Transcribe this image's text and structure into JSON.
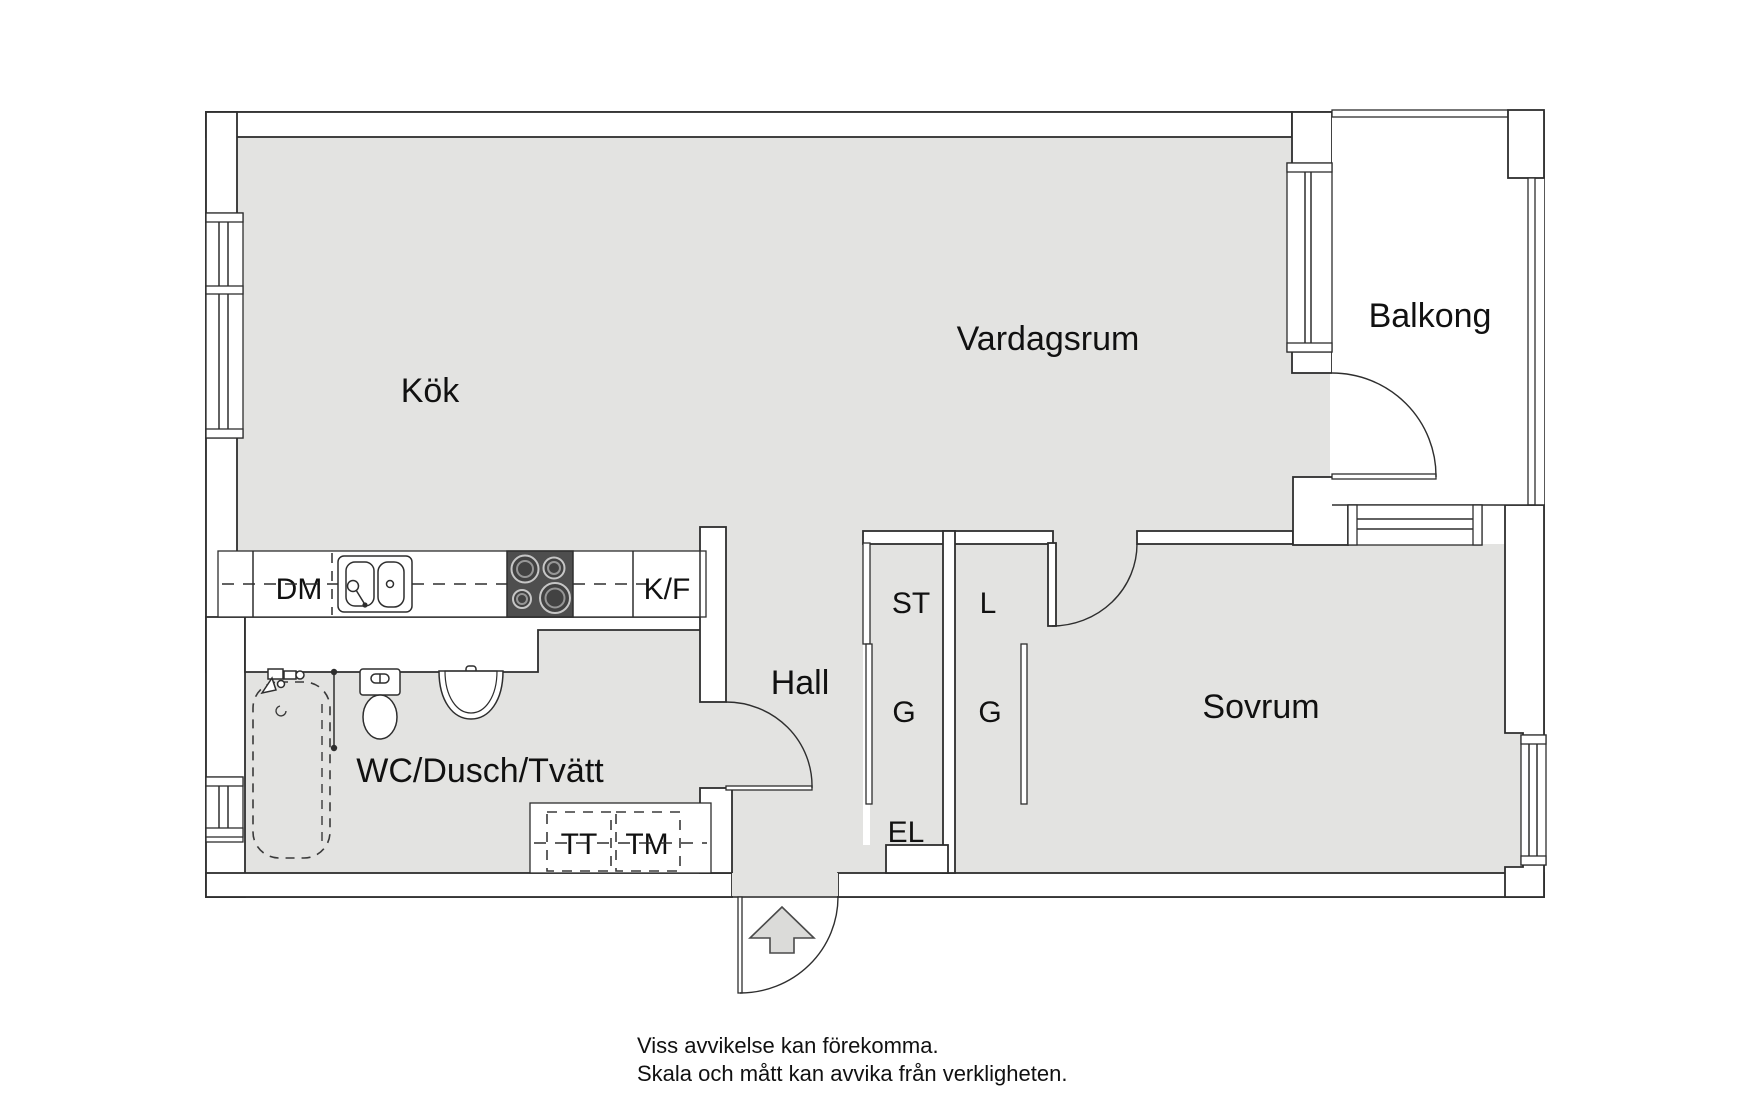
{
  "rooms": {
    "kitchen": {
      "label": "Kök"
    },
    "living": {
      "label": "Vardagsrum"
    },
    "balcony": {
      "label": "Balkong"
    },
    "hall": {
      "label": "Hall"
    },
    "bathroom": {
      "label": "WC/Dusch/Tvätt"
    },
    "bedroom": {
      "label": "Sovrum"
    }
  },
  "closets": {
    "st": "ST",
    "g1": "G",
    "l": "L",
    "g2": "G",
    "el": "EL"
  },
  "kitchen_units": {
    "dm": "DM",
    "kf": "K/F"
  },
  "laundry_units": {
    "tt": "TT",
    "tm": "TM"
  },
  "footer": {
    "line1": "Viss avvikelse kan förekomma.",
    "line2": "Skala och mått kan avvika från verkligheten."
  },
  "colors": {
    "floor": "#e3e3e1",
    "wall": "#ffffff",
    "line": "#2e2e2e",
    "stove": "#4e4e4e",
    "arrow": "#dbdbd9",
    "text": "#111111"
  }
}
